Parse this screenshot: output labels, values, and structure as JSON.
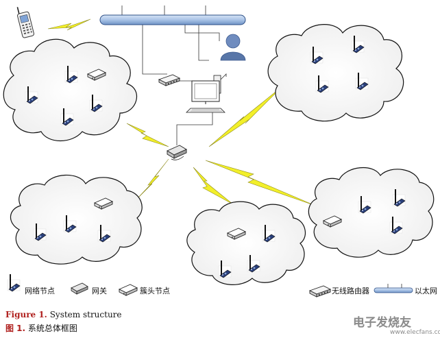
{
  "legend": {
    "node_label": "网络节点",
    "gateway_label": "网关",
    "cluster_head_label": "簇头节点",
    "router_label": "无线路由器",
    "ethernet_label": "以太网"
  },
  "caption": {
    "figure_en_prefix": "Figure 1.",
    "figure_en_title": "System structure",
    "figure_zh_prefix": "图 1.",
    "figure_zh_title": "系统总体框图"
  },
  "watermark": {
    "text": "电子发烧友",
    "url": "www.elecfans.com"
  },
  "colors": {
    "cloud_fill": "#f2f2f2",
    "lightning": "#f2ef2a",
    "ethernet_bus": "#a9c3e6",
    "node_board": "#2a3f7a",
    "user_icon": "#5876a8",
    "caption_red": "#b0201e"
  }
}
